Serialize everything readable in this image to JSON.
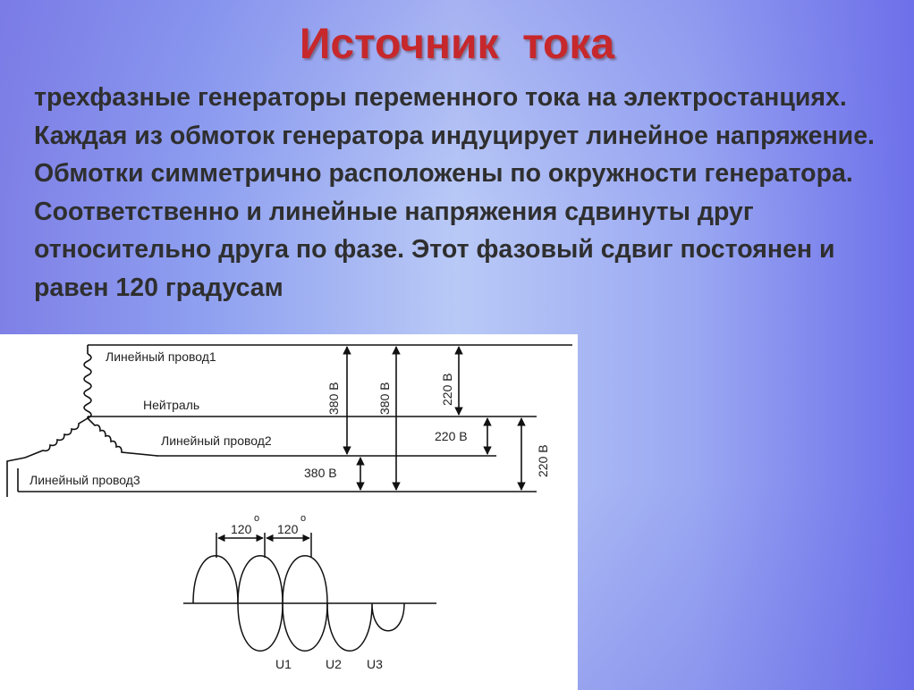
{
  "slide": {
    "title": "Источник  тока",
    "body": "трехфазные генераторы переменного тока на электростанциях. Каждая из обмоток генератора индуцирует линейное напряжение. Обмотки симметрично расположены по окружности генератора. Соответственно и линейные напряжения сдвинуты друг относительно друга по фазе. Этот фазовый сдвиг постоянен и равен 120 градусам"
  },
  "diagram": {
    "wire1": "Линейный провод1",
    "neutral": "Нейтраль",
    "wire2": "Линейный провод2",
    "wire3": "Линейный провод3",
    "v380_a": "380 В",
    "v380_b": "380 В",
    "v220_a": "220 В",
    "v220_b": "220 В",
    "v380_c": "380 В",
    "v220_c": "220 В",
    "phase1": "120",
    "phase2": "120",
    "deg1": "o",
    "deg2": "o",
    "u1": "U1",
    "u2": "U2",
    "u3": "U3"
  }
}
